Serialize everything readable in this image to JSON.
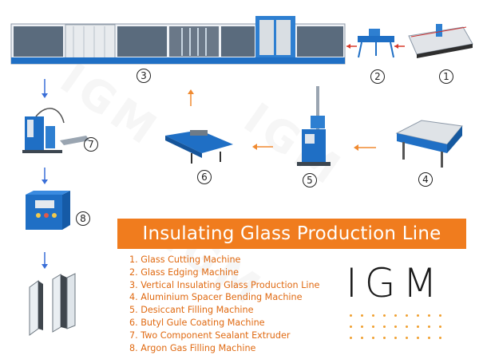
{
  "banner": {
    "title": "Insulating Glass Production Line"
  },
  "steps": [
    {
      "num": "1",
      "label": "Glass Cutting Machine"
    },
    {
      "num": "2",
      "label": "Glass Edging Machine"
    },
    {
      "num": "3",
      "label": "Vertical Insulating Glass Production Line"
    },
    {
      "num": "4",
      "label": "Aluminium Spacer Bending Machine"
    },
    {
      "num": "5",
      "label": "Desiccant Filling Machine"
    },
    {
      "num": "6",
      "label": "Butyl Gule Coating Machine"
    },
    {
      "num": "7",
      "label": "Two Component Sealant Extruder"
    },
    {
      "num": "8",
      "label": "Argon Gas Filling Machine"
    }
  ],
  "list_items": [
    "1. Glass Cutting Machine",
    "2. Glass Edging Machine",
    "3. Vertical Insulating Glass Production Line",
    "4. Aluminium Spacer Bending Machine",
    "5. Desiccant Filling Machine",
    "6. Butyl Gule Coating Machine",
    "7. Two Component Sealant Extruder",
    "8. Argon Gas Filling Machine"
  ],
  "markers": [
    "①",
    "②",
    "③",
    "④",
    "⑤",
    "⑥",
    "⑦",
    "⑧"
  ],
  "logo": {
    "text": "IGM"
  },
  "colors": {
    "accent_orange": "#f07c1e",
    "list_text": "#e06a12",
    "machine_blue": "#1f6fc5",
    "arrow_red": "#d83a2a",
    "arrow_orange": "#f08a30",
    "arrow_blue": "#3a6fd8"
  }
}
